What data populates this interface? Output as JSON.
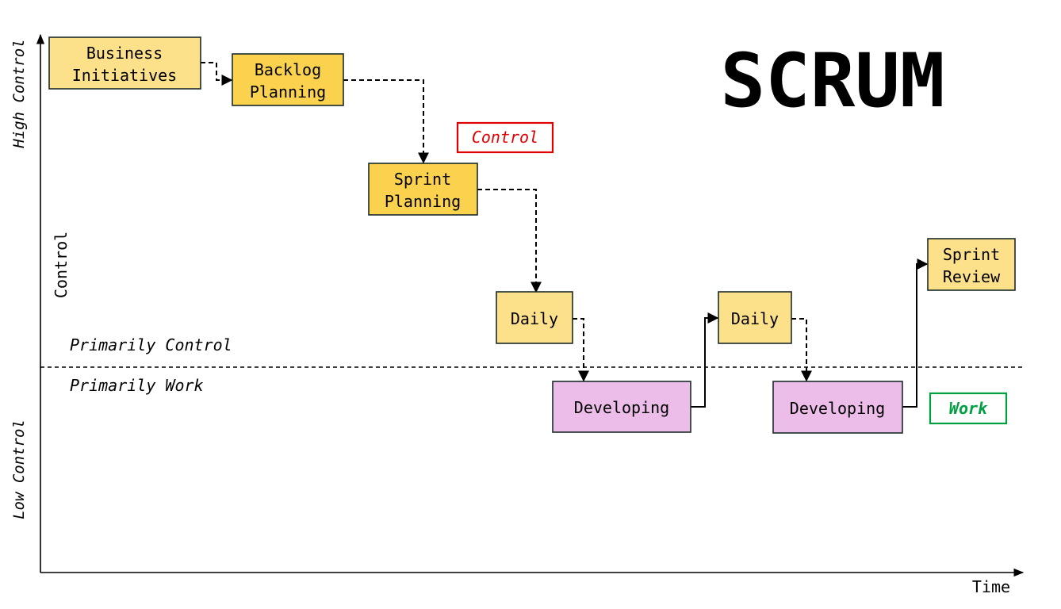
{
  "title": "SCRUM",
  "axes": {
    "x_label": "Time",
    "y_label": "Control",
    "y_high_label": "High Control",
    "y_low_label": "Low Control"
  },
  "zones": {
    "control_zone_label": "Primarily Control",
    "work_zone_label": "Primarily Work"
  },
  "legend": {
    "control_tag": "Control",
    "work_tag": "Work"
  },
  "colors": {
    "control_strong": "#fbd24d",
    "control_light": "#fde48a",
    "work": "#ebbde8",
    "control_tag": "#e00000",
    "work_tag": "#00a040",
    "stroke": "#000000"
  },
  "nodes": [
    {
      "id": "business-initiatives",
      "lines": [
        "Business",
        "Initiatives"
      ],
      "kind": "control_light"
    },
    {
      "id": "backlog-planning",
      "lines": [
        "Backlog",
        "Planning"
      ],
      "kind": "control_strong"
    },
    {
      "id": "sprint-planning",
      "lines": [
        "Sprint",
        "Planning"
      ],
      "kind": "control_strong"
    },
    {
      "id": "daily-1",
      "lines": [
        "Daily"
      ],
      "kind": "control_light"
    },
    {
      "id": "developing-1",
      "lines": [
        "Developing"
      ],
      "kind": "work"
    },
    {
      "id": "daily-2",
      "lines": [
        "Daily"
      ],
      "kind": "control_light"
    },
    {
      "id": "developing-2",
      "lines": [
        "Developing"
      ],
      "kind": "work"
    },
    {
      "id": "sprint-review",
      "lines": [
        "Sprint",
        "Review"
      ],
      "kind": "control_light"
    }
  ],
  "edges": [
    {
      "from": "business-initiatives",
      "to": "backlog-planning",
      "style": "dashed"
    },
    {
      "from": "backlog-planning",
      "to": "sprint-planning",
      "style": "dashed"
    },
    {
      "from": "sprint-planning",
      "to": "daily-1",
      "style": "dashed"
    },
    {
      "from": "daily-1",
      "to": "developing-1",
      "style": "dashed"
    },
    {
      "from": "developing-1",
      "to": "daily-2",
      "style": "solid"
    },
    {
      "from": "daily-2",
      "to": "developing-2",
      "style": "dashed"
    },
    {
      "from": "developing-2",
      "to": "sprint-review",
      "style": "solid"
    }
  ]
}
